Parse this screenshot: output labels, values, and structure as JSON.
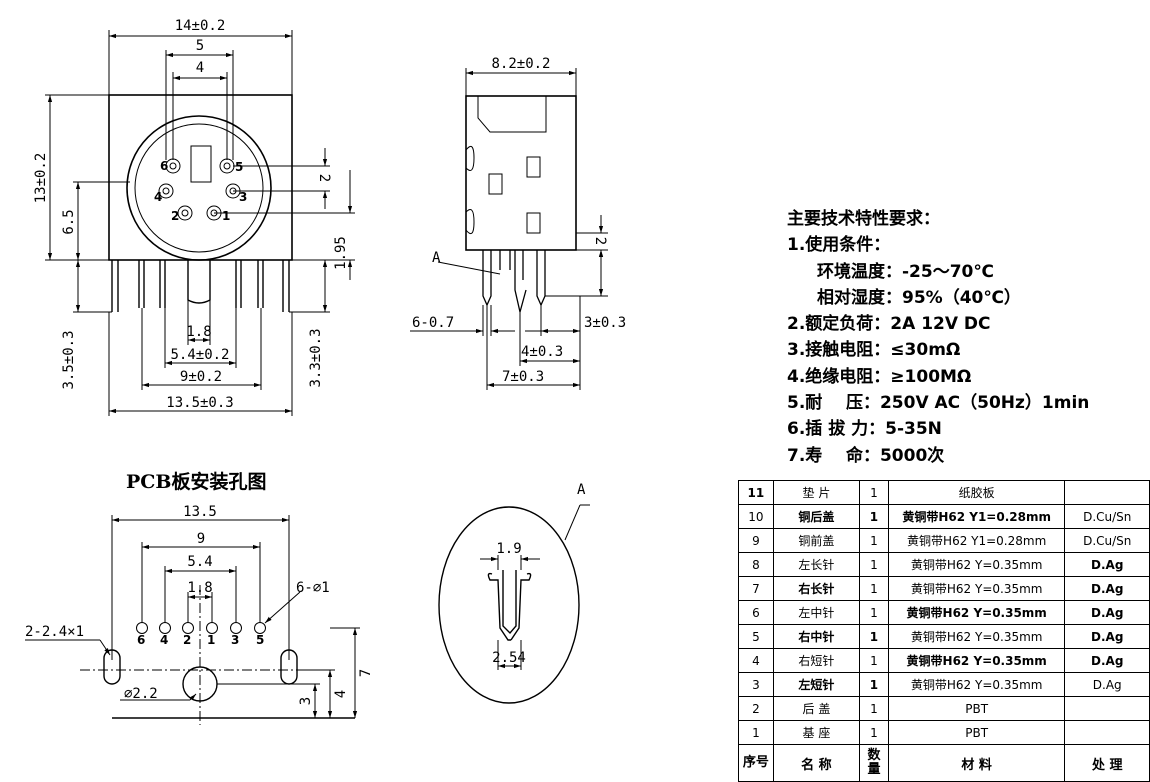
{
  "front": {
    "width": "14±0.2",
    "w5": "5",
    "w4": "4",
    "height": "13±0.2",
    "h65": "6.5",
    "h35": "3.5±0.3",
    "d2": "2",
    "d195": "1.95",
    "d33": "3.3±0.3",
    "p18": "1.8",
    "p54": "5.4±0.2",
    "p9": "9±0.2",
    "p135": "13.5±0.3",
    "pins": [
      "6",
      "5",
      "4",
      "3",
      "2",
      "1"
    ]
  },
  "side": {
    "width": "8.2±0.2",
    "a": "A",
    "d2": "2",
    "d60": "6-0.7",
    "d3": "3±0.3",
    "d4": "4±0.3",
    "d7": "7±0.3"
  },
  "pcb": {
    "title": "PCB板安装孔图",
    "w135": "13.5",
    "w9": "9",
    "w54": "5.4",
    "w18": "1.8",
    "hole": "6-⌀1",
    "slot": "2-2.4×1",
    "boss": "⌀2.2",
    "h7": "7",
    "h4": "4",
    "h3": "3",
    "pins": [
      "6",
      "4",
      "2",
      "1",
      "3",
      "5"
    ]
  },
  "detail": {
    "a": "A",
    "w19": "1.9",
    "w254": "2.54"
  },
  "specs": [
    {
      "t": "主要技术特性要求：",
      "i": false
    },
    {
      "t": "1.使用条件：",
      "i": false
    },
    {
      "t": "环境温度：-25～70℃",
      "i": true
    },
    {
      "t": "相对湿度：95%（40℃）",
      "i": true
    },
    {
      "t": "2.额定负荷：2A 12V DC",
      "i": false
    },
    {
      "t": "3.接触电阻：≤30mΩ",
      "i": false
    },
    {
      "t": "4.绝缘电阻：≥100MΩ",
      "i": false
    },
    {
      "t": "5.耐    压：250V AC（50Hz）1min",
      "i": false
    },
    {
      "t": "6.插 拔 力：5-35N",
      "i": false
    },
    {
      "t": "7.寿    命：5000次",
      "i": false
    }
  ],
  "bom": {
    "rows": [
      [
        "11",
        "垫 片",
        "1",
        "纸胶板",
        ""
      ],
      [
        "10",
        "铜后盖",
        "1",
        "黄铜带H62 Y1=0.28mm",
        "D.Cu/Sn"
      ],
      [
        "9",
        "铜前盖",
        "1",
        "黄铜带H62 Y1=0.28mm",
        "D.Cu/Sn"
      ],
      [
        "8",
        "左长针",
        "1",
        "黄铜带H62 Y=0.35mm",
        "D.Ag"
      ],
      [
        "7",
        "右长针",
        "1",
        "黄铜带H62 Y=0.35mm",
        "D.Ag"
      ],
      [
        "6",
        "左中针",
        "1",
        "黄铜带H62 Y=0.35mm",
        "D.Ag"
      ],
      [
        "5",
        "右中针",
        "1",
        "黄铜带H62 Y=0.35mm",
        "D.Ag"
      ],
      [
        "4",
        "右短针",
        "1",
        "黄铜带H62 Y=0.35mm",
        "D.Ag"
      ],
      [
        "3",
        "左短针",
        "1",
        "黄铜带H62 Y=0.35mm",
        "D.Ag"
      ],
      [
        "2",
        "后 盖",
        "1",
        "PBT",
        ""
      ],
      [
        "1",
        "基 座",
        "1",
        "PBT",
        ""
      ]
    ],
    "header": [
      "序号",
      "名 称",
      "数量",
      "材   料",
      "处   理"
    ]
  }
}
